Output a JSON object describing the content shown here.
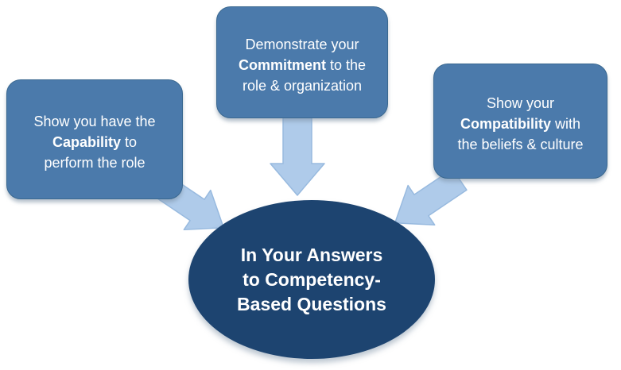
{
  "diagram": {
    "title": "Competency-based questions diagram",
    "boxes": [
      {
        "id": "capability",
        "text_before": "Show you have the\n",
        "keyword": "Capability",
        "text_after": " to\nperform the role"
      },
      {
        "id": "commitment",
        "text_before": "Demonstrate your\n",
        "keyword": "Commitment",
        "text_after": " to the\nrole & organization"
      },
      {
        "id": "compatibility",
        "text_before": "Show your\n",
        "keyword": "Compatibility",
        "text_after": " with\nthe beliefs & culture"
      }
    ],
    "center": {
      "label": "In Your Answers\nto Competency-\nBased Questions"
    },
    "icons": [
      "down-right-block-arrow-icon",
      "down-block-arrow-icon",
      "down-left-block-arrow-icon"
    ],
    "colors": {
      "background": "#FFFFFF",
      "box_fill": "#4B7AAB",
      "box_border": "#3A6890",
      "ellipse_fill": "#1D4470",
      "arrow_fill": "#AFCBEA",
      "arrow_stroke": "#98BADF",
      "text_color": "#FFFFFF"
    }
  }
}
